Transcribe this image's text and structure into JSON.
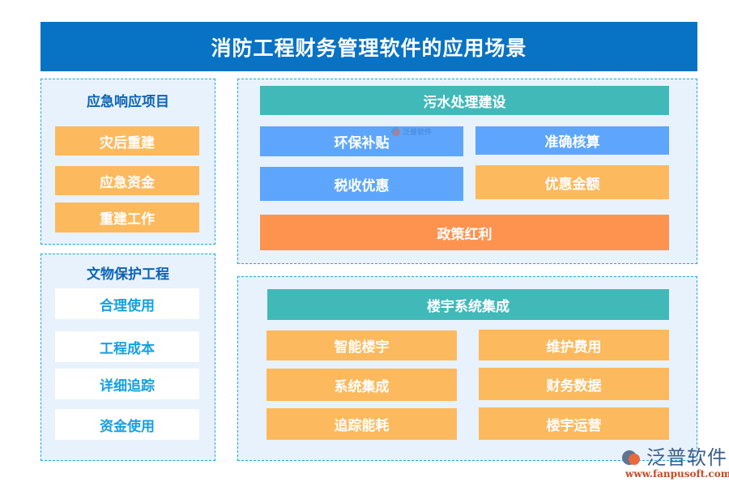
{
  "title": "消防工程财务管理软件的应用场景",
  "colors": {
    "header_bg": "#0872c4",
    "panel_bg": "#e8f2fc",
    "panel_border": "#1aa8e0",
    "heading": "#0b63b6",
    "orange": "#fdb95e",
    "deep_orange": "#fe9350",
    "teal": "#41b9b9",
    "blue": "#5ea6fd",
    "white_item_text": "#16a0e0"
  },
  "left_panels": [
    {
      "title": "应急响应项目",
      "items": [
        "灾后重建",
        "应急资金",
        "重建工作"
      ]
    },
    {
      "title": "文物保护工程",
      "items": [
        "合理使用",
        "工程成本",
        "详细追踪",
        "资金使用"
      ]
    }
  ],
  "right_panels": [
    {
      "title": "污水处理建设",
      "items": [
        "环保补贴",
        "准确核算",
        "税收优惠",
        "优惠金额"
      ],
      "footer": "政策红利"
    },
    {
      "title": "楼宇系统集成",
      "items": [
        "智能楼宇",
        "维护费用",
        "系统集成",
        "财务数据",
        "追踪能耗",
        "楼宇运营"
      ]
    }
  ],
  "watermark": {
    "text": "泛普软件"
  },
  "logo": {
    "name": "泛普软件",
    "url": "www.fanpusoft.com"
  }
}
